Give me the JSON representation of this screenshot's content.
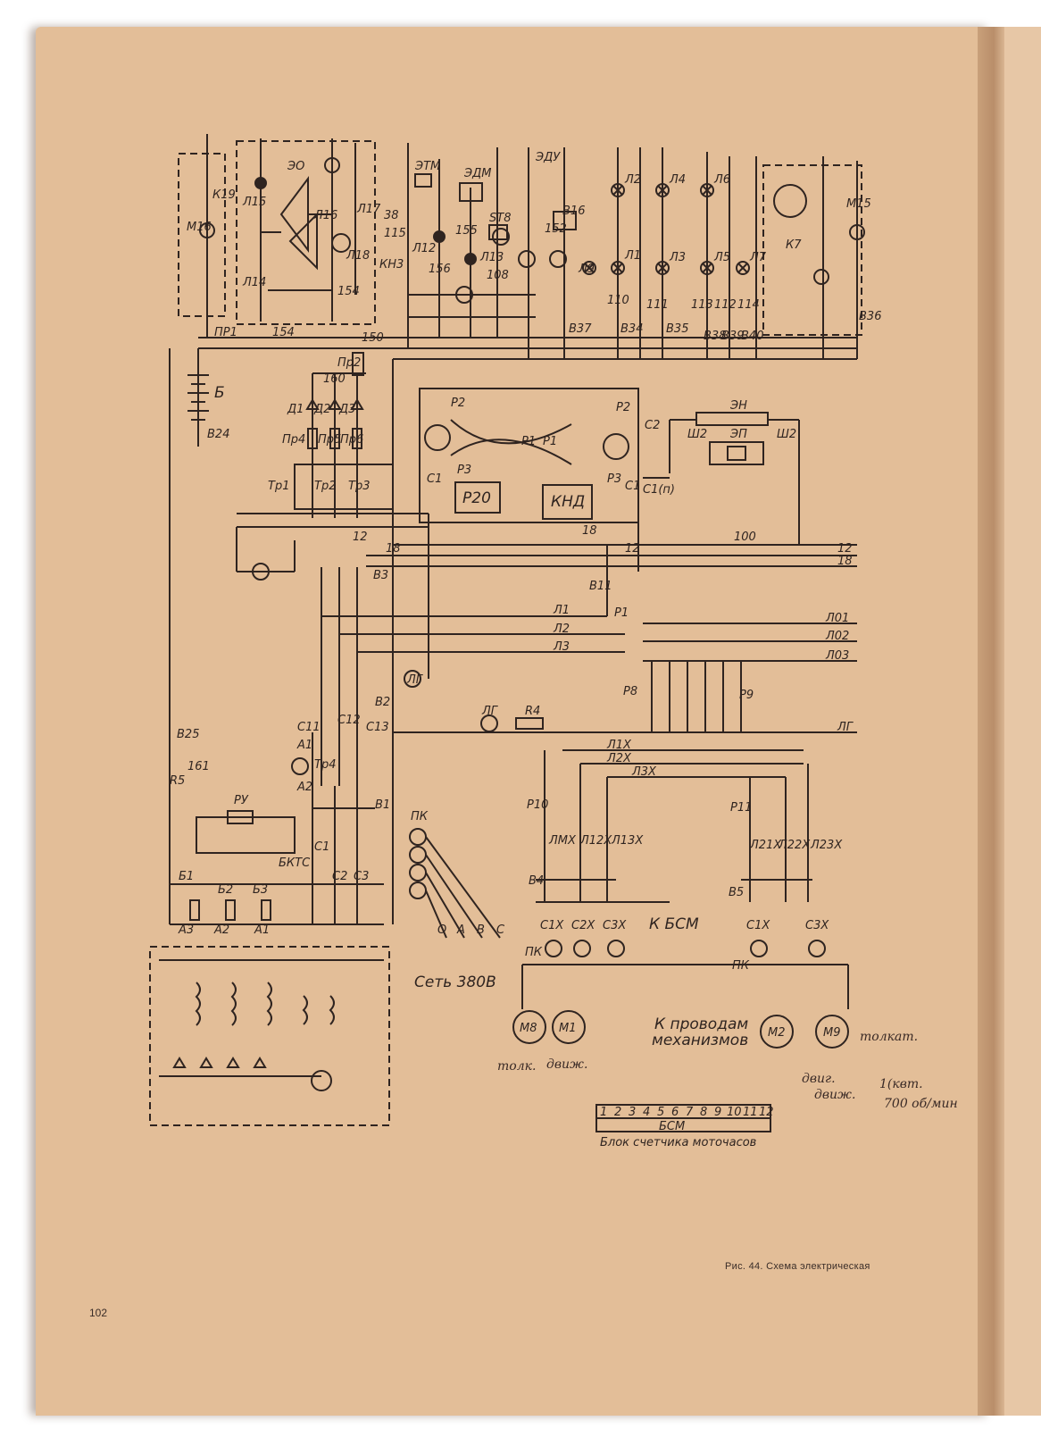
{
  "page": {
    "caption": "Рис. 44. Схема электрическая",
    "page_number": "102"
  },
  "labels": {
    "eo": "ЭО",
    "etm": "ЭТМ",
    "edm": "ЭДМ",
    "edu": "ЭДУ",
    "k19": "К19",
    "m16": "М16",
    "l15": "Л15",
    "l14": "Л14",
    "l16": "Л16",
    "l17": "Л17",
    "l18": "Л18",
    "kn3": "КН3",
    "n115": "115",
    "n38": "38",
    "l12": "Л12",
    "n156": "156",
    "n155": "155",
    "l13": "Л13",
    "st8": "ST8",
    "n108": "108",
    "v16": "В16",
    "n152": "152",
    "l9": "Л9",
    "l2": "Л2",
    "l4": "Л4",
    "l6": "Л6",
    "l1": "Л1",
    "l3": "Л3",
    "l5": "Л5",
    "l7": "Л7",
    "m15": "М15",
    "k7": "К7",
    "n110": "110",
    "n111": "111",
    "n113": "113",
    "n112": "112",
    "n114": "114",
    "v37": "В37",
    "v34": "В34",
    "v35": "В35",
    "v38": "В38",
    "v39": "В39",
    "v40": "В40",
    "v36": "В36",
    "pr1": "ПР1",
    "n154": "154",
    "n154b": "154",
    "n150": "150",
    "n160": "160",
    "b": "Б",
    "v24": "В24",
    "pr2": "Пр2",
    "d1": "Д1",
    "d2": "Д2",
    "d3": "Д3",
    "pr4": "Пр4",
    "pr5": "Пр5",
    "pr6": "Пр6",
    "tr1": "Тр1",
    "tr2": "Тр2",
    "tr3": "Тр3",
    "r2": "Р2",
    "r2b": "Р2",
    "c2": "С2",
    "r1": "Р1",
    "r1b": "Р1",
    "c1": "С1",
    "r3": "Р3",
    "r3b": "Р3",
    "c1b": "С1",
    "c1p": "С1(п)",
    "r20": "Р20",
    "knd": "КНД",
    "en": "ЭН",
    "sh2": "Ш2",
    "sh2b": "Ш2",
    "ep": "ЭП",
    "n100": "100",
    "n12": "12",
    "n18": "18",
    "n12b": "12",
    "n18b": "18",
    "n12c": "12",
    "n18c": "18",
    "v3": "В3",
    "v11": "В11",
    "p1": "Р1",
    "l1w": "Л1",
    "l2w": "Л2",
    "l3w": "Л3",
    "l01": "Л01",
    "l02": "Л02",
    "l03": "Л03",
    "p8": "Р8",
    "p9": "Р9",
    "v2": "В2",
    "c11": "С11",
    "c12": "С12",
    "c13": "С13",
    "a1": "А1",
    "a2": "А2",
    "tr4": "Тр4",
    "lg": "ЛГ",
    "lg2": "ЛГ",
    "r4": "R4",
    "l1x": "Л1Х",
    "l2x": "Л2Х",
    "l3x": "Л3Х",
    "p10": "Р10",
    "p11": "Р11",
    "lm1x": "ЛМХ",
    "lm2x": "Л12Х",
    "lm3x": "Л13Х",
    "l21x": "Л21Х",
    "l22x": "Л22Х",
    "l23x": "Л23Х",
    "v25": "В25",
    "n161": "161",
    "r5": "R5",
    "ru": "РУ",
    "bktc": "БКТС",
    "b1": "Б1",
    "b2": "Б2",
    "b3": "Б3",
    "a3": "А3",
    "a2b": "А2",
    "a1b": "А1",
    "c1c": "С1",
    "c2c": "С2",
    "c3c": "С3",
    "pk": "ПК",
    "o": "О",
    "a": "А",
    "bb": "В",
    "cc": "С",
    "grid": "Сеть 380В",
    "v1": "В1",
    "v4": "В4",
    "v5": "В5",
    "kbsm": "К БСМ",
    "c1x": "С1Х",
    "c2x": "С2Х",
    "c3x": "С3Х",
    "c1x2": "С1Х",
    "c3x2": "С3Х",
    "pk2": "ПК",
    "pk3": "ПК",
    "m8": "М8",
    "m1": "М1",
    "m2": "М2",
    "m9": "М9",
    "to_wires": "К проводам",
    "mechanisms": "механизмов",
    "bsm": "БСМ",
    "bsm_name": "Блок счетчика моточасов",
    "terminals": [
      "1",
      "2",
      "3",
      "4",
      "5",
      "6",
      "7",
      "8",
      "9",
      "10",
      "11",
      "12"
    ]
  },
  "handwriting": {
    "tolk": "толк.",
    "dvizh": "движ.",
    "tolkat": "толкат.",
    "dvig1": "двиг.",
    "dvig2": "движ.",
    "power": "1(квт.",
    "rpm": "700 об/мин"
  }
}
